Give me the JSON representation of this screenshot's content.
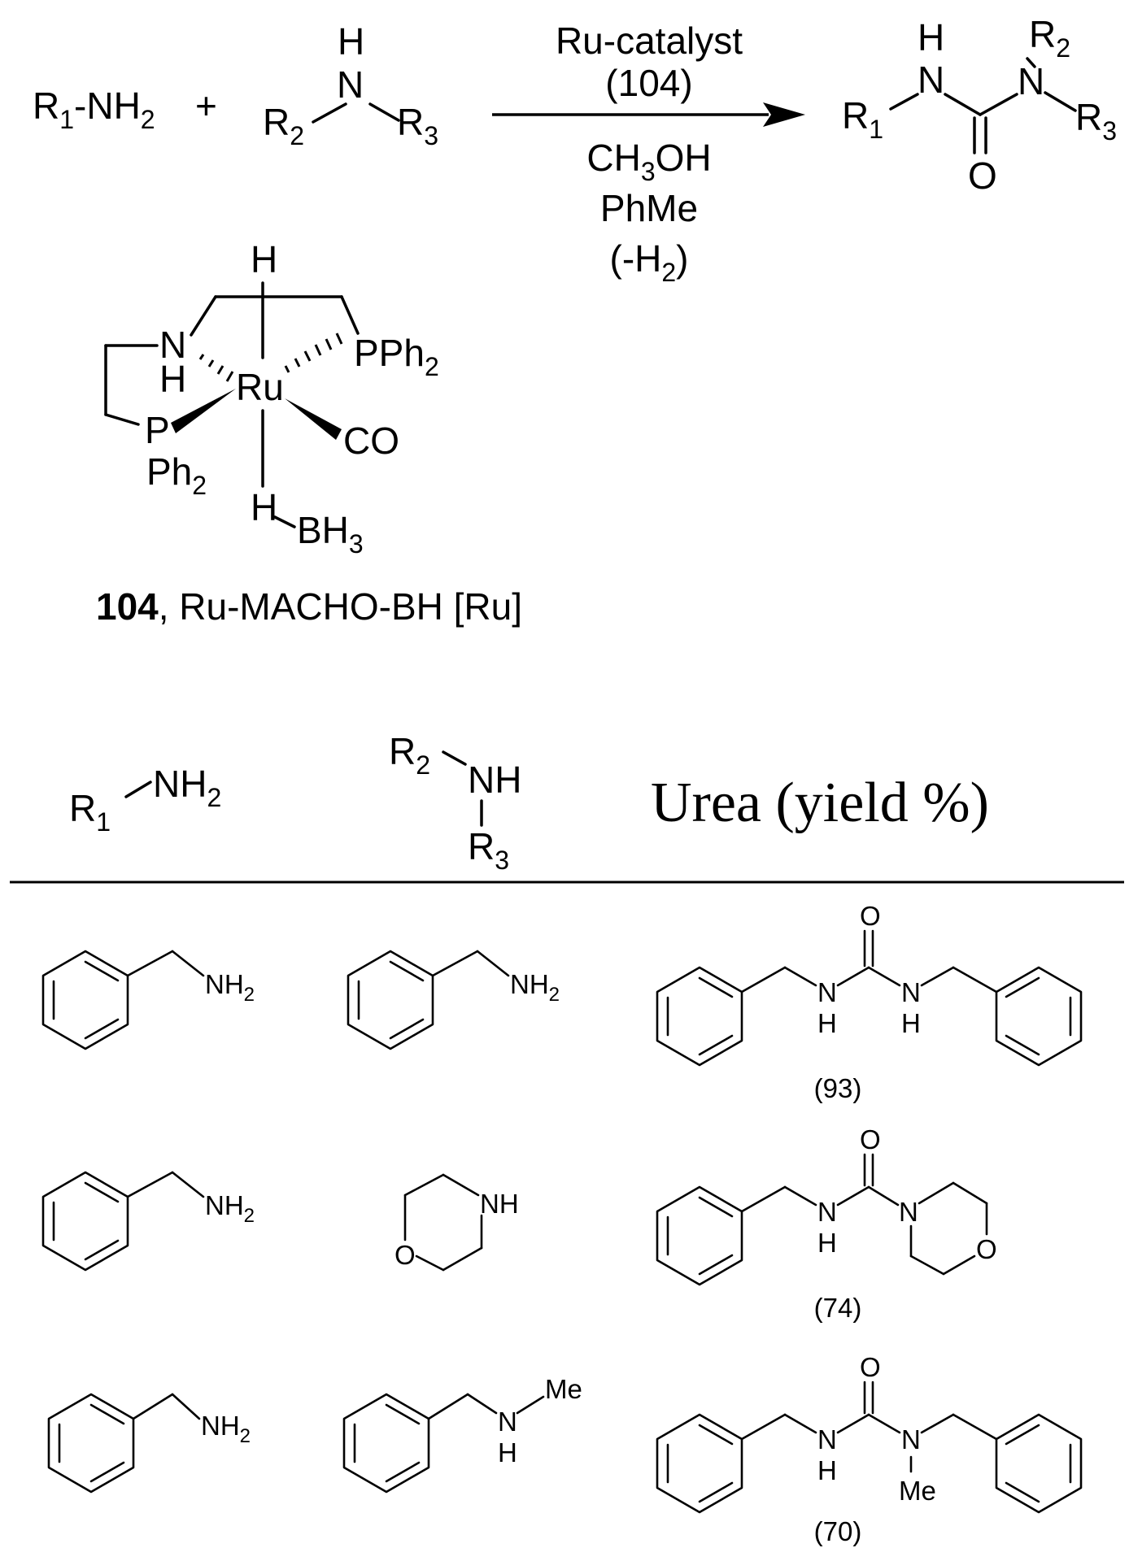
{
  "reaction": {
    "reactant1": "R1-NH2",
    "plus": "+",
    "reactant2_atom": "N",
    "reactant2_h": "H",
    "r2": "R2",
    "r3": "R3",
    "above_arrow": [
      "Ru-catalyst",
      "(104)"
    ],
    "below_arrow": [
      "CH3OH",
      "PhMe",
      "(-H2)"
    ],
    "product": {
      "r1": "R1",
      "nh": "N",
      "h": "H",
      "o": "O",
      "n": "N",
      "r2": "R2",
      "r3": "R3"
    }
  },
  "catalyst": {
    "atoms": {
      "h_top": "H",
      "n": "N",
      "nh": "H",
      "ru": "Ru",
      "pph2_right": "PPh2",
      "p_left": "P",
      "ph2_left": "Ph2",
      "co": "CO",
      "h_bottom": "H",
      "bh3": "BH3"
    },
    "label_number": "104",
    "label_name": ", Ru-MACHO-BH [Ru]"
  },
  "table": {
    "header_col1": "R1-NH2",
    "header_col2": "R2-NH-R3",
    "header_col3": "Urea (yield %)",
    "rows": [
      {
        "amine1": "NH2",
        "amine2": "NH2",
        "urea_atoms": [
          "O",
          "N",
          "H",
          "N",
          "H"
        ],
        "yield": "(93)"
      },
      {
        "amine1": "NH2",
        "amine2": "NH",
        "amine2_o": "O",
        "urea_atoms": [
          "O",
          "N",
          "H",
          "N",
          "O"
        ],
        "yield": "(74)"
      },
      {
        "amine1": "NH2",
        "amine2": "N",
        "amine2_h": "H",
        "amine2_me": "Me",
        "urea_atoms": [
          "O",
          "N",
          "H",
          "N",
          "Me"
        ],
        "yield": "(70)"
      }
    ]
  }
}
